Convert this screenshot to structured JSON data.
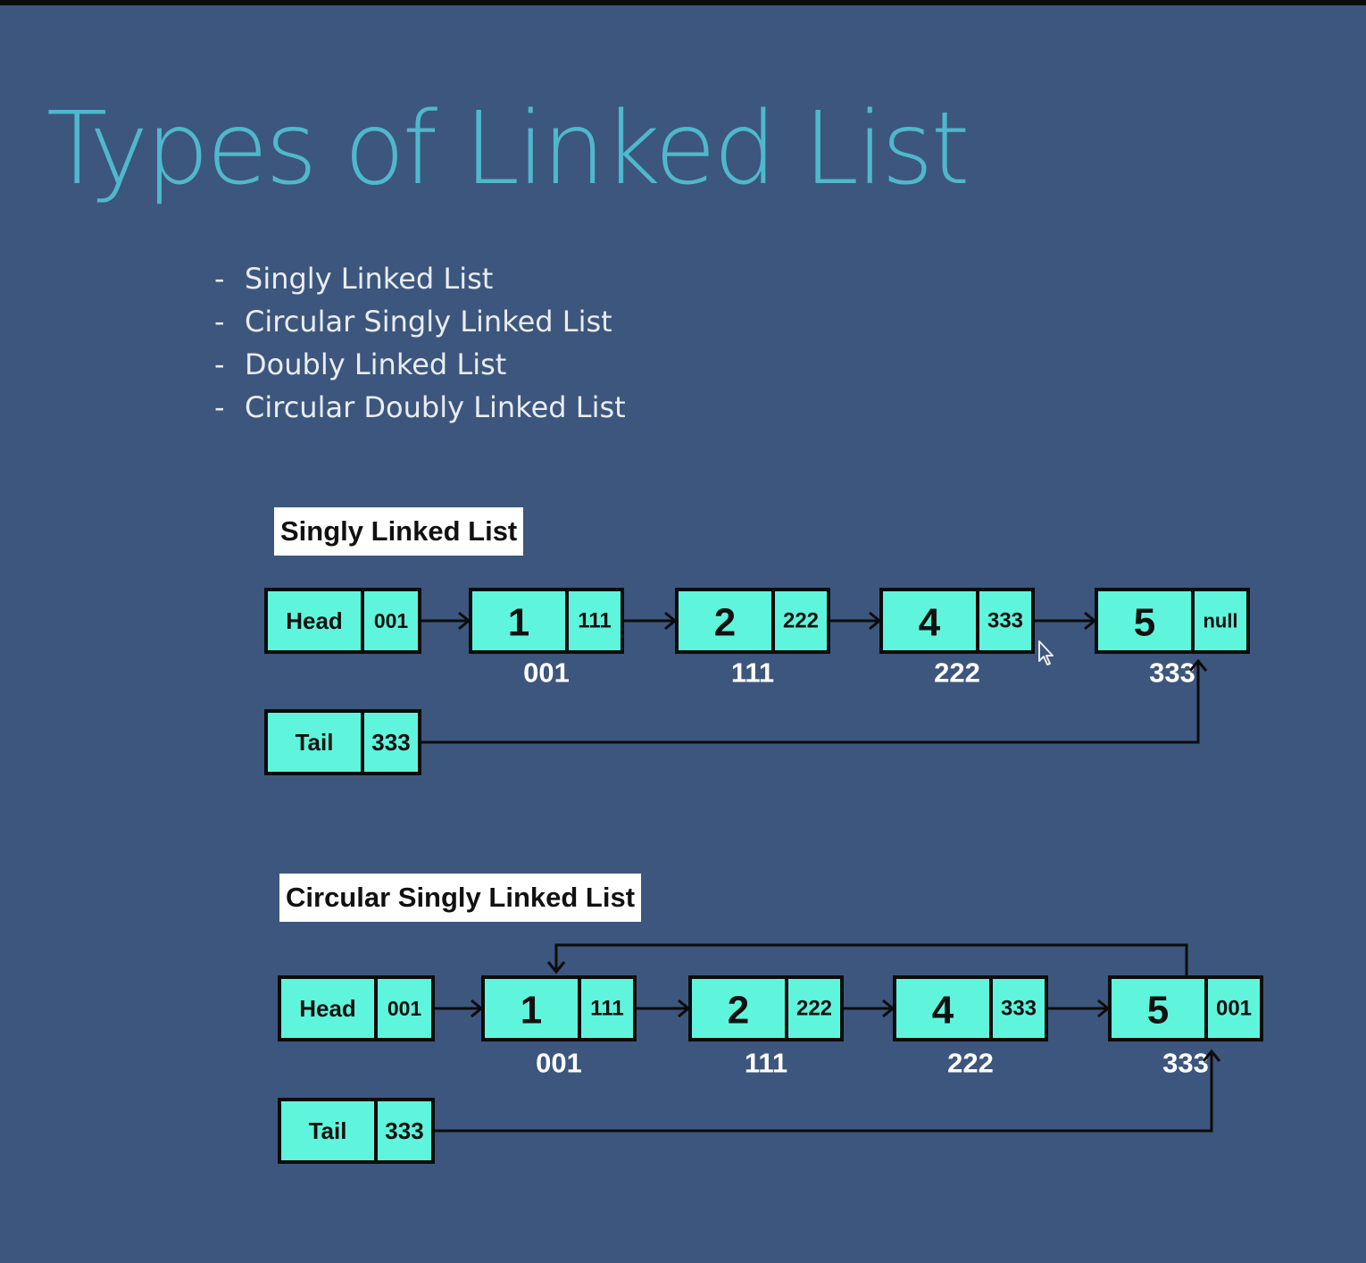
{
  "title": "Types of Linked List",
  "bullets": [
    {
      "dash": "-",
      "text": "Singly Linked List"
    },
    {
      "dash": "-",
      "text": "Circular Singly Linked List"
    },
    {
      "dash": "-",
      "text": "Doubly Linked List"
    },
    {
      "dash": "-",
      "text": "Circular Doubly Linked List"
    }
  ],
  "colors": {
    "node_fill": "#5ff5dc",
    "background": "#3d567d",
    "title": "#4fb8cc"
  },
  "diagrams": [
    {
      "label": "Singly Linked List",
      "head": {
        "name": "Head",
        "pointer": "001"
      },
      "tail": {
        "name": "Tail",
        "pointer": "333"
      },
      "nodes": [
        {
          "value": "1",
          "next": "111",
          "address": "001"
        },
        {
          "value": "2",
          "next": "222",
          "address": "111"
        },
        {
          "value": "4",
          "next": "333",
          "address": "222"
        },
        {
          "value": "5",
          "next": "null",
          "address": "333"
        }
      ],
      "circular": false
    },
    {
      "label": "Circular Singly Linked List",
      "head": {
        "name": "Head",
        "pointer": "001"
      },
      "tail": {
        "name": "Tail",
        "pointer": "333"
      },
      "nodes": [
        {
          "value": "1",
          "next": "111",
          "address": "001"
        },
        {
          "value": "2",
          "next": "222",
          "address": "111"
        },
        {
          "value": "4",
          "next": "333",
          "address": "222"
        },
        {
          "value": "5",
          "next": "001",
          "address": "333"
        }
      ],
      "circular": true
    }
  ]
}
